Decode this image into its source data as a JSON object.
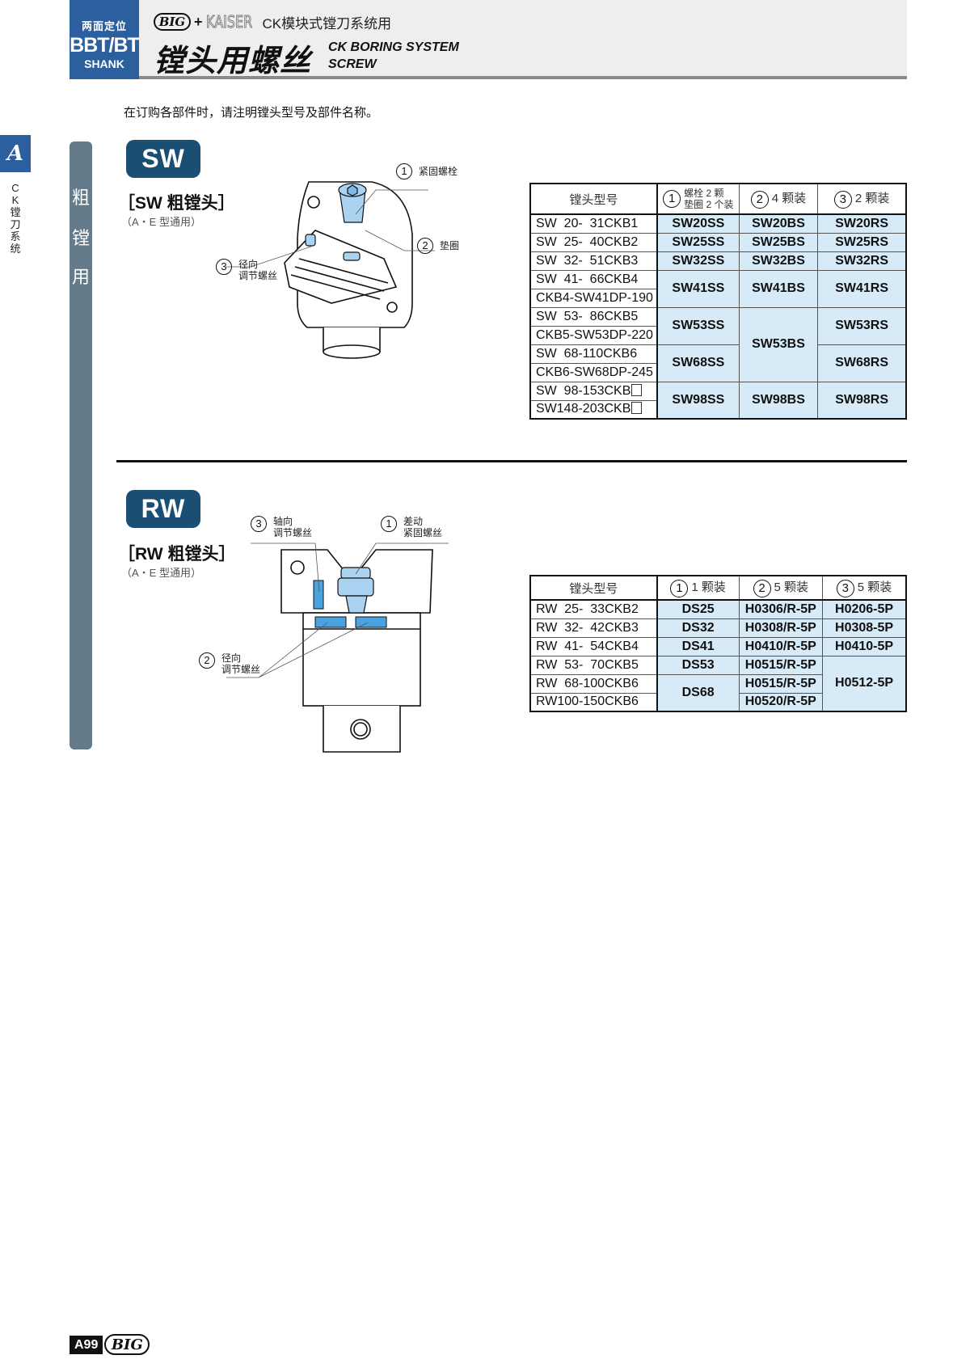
{
  "header": {
    "shank_cn": "两面定位",
    "shank_big": "BBT/BT",
    "shank_en": "SHANK",
    "brand_big": "BIG",
    "brand_plus": "+",
    "brand_kaiser": "KAISER",
    "brand_sub": "CK模块式镗刀系统用",
    "title_cn": "镗头用螺丝",
    "title_en_line1": "CK BORING SYSTEM",
    "title_en_line2": "SCREW"
  },
  "instruction": "在订购各部件时，请注明镗头型号及部件名称。",
  "side": {
    "tab_letter": "A",
    "label_chars": [
      "C",
      "K",
      "镗",
      "刀",
      "系",
      "统"
    ],
    "bar_chars": [
      "粗",
      "镗",
      "用"
    ]
  },
  "sw": {
    "badge": "SW",
    "title": "［SW 粗镗头］",
    "subtitle": "（A・E 型通用）",
    "callouts": [
      {
        "num": "1",
        "label": "紧固螺栓"
      },
      {
        "num": "2",
        "label": "垫圈"
      },
      {
        "num": "3",
        "label_line1": "径向",
        "label_line2": "调节螺丝"
      }
    ],
    "table": {
      "headers": {
        "model": "镗头型号",
        "col1_num": "1",
        "col1_line1": "螺栓 2 颗",
        "col1_line2": "垫圈 2 个装",
        "col2_num": "2",
        "col2_label": "4 颗装",
        "col3_num": "3",
        "col3_label": "2 颗装"
      },
      "models": [
        "SW  20-  31CKB1",
        "SW  25-  40CKB2",
        "SW  32-  51CKB3",
        "SW  41-  66CKB4",
        "CKB4-SW41DP-190",
        "SW  53-  86CKB5",
        "CKB5-SW53DP-220",
        "SW  68-110CKB6",
        "CKB6-SW68DP-245",
        "SW  98-153CKB",
        "SW148-203CKB"
      ],
      "col1": [
        "SW20SS",
        "SW25SS",
        "SW32SS",
        "SW41SS",
        "SW53SS",
        "SW68SS",
        "SW98SS"
      ],
      "col2": [
        "SW20BS",
        "SW25BS",
        "SW32BS",
        "SW41BS",
        "SW53BS",
        "SW98BS"
      ],
      "col3": [
        "SW20RS",
        "SW25RS",
        "SW32RS",
        "SW41RS",
        "SW53RS",
        "SW68RS",
        "SW98RS"
      ]
    }
  },
  "rw": {
    "badge": "RW",
    "title": "［RW 粗镗头］",
    "subtitle": "（A・E 型通用）",
    "callouts": [
      {
        "num": "3",
        "label_line1": "轴向",
        "label_line2": "调节螺丝"
      },
      {
        "num": "1",
        "label_line1": "差动",
        "label_line2": "紧固螺丝"
      },
      {
        "num": "2",
        "label_line1": "径向",
        "label_line2": "调节螺丝"
      }
    ],
    "table": {
      "headers": {
        "model": "镗头型号",
        "col1_num": "1",
        "col1_label": "1 颗装",
        "col2_num": "2",
        "col2_label": "5 颗装",
        "col3_num": "3",
        "col3_label": "5 颗装"
      },
      "models": [
        "RW  25-  33CKB2",
        "RW  32-  42CKB3",
        "RW  41-  54CKB4",
        "RW  53-  70CKB5",
        "RW  68-100CKB6",
        "RW100-150CKB6"
      ],
      "col1": [
        "DS25",
        "DS32",
        "DS41",
        "DS53",
        "DS68"
      ],
      "col2": [
        "H0306/R-5P",
        "H0308/R-5P",
        "H0410/R-5P",
        "H0515/R-5P",
        "H0515/R-5P",
        "H0520/R-5P"
      ],
      "col3": [
        "H0206-5P",
        "H0308-5P",
        "H0410-5P",
        "H0512-5P"
      ]
    }
  },
  "footer": {
    "page": "A99",
    "logo": "BIG"
  },
  "colors": {
    "brand_blue": "#2b5f9e",
    "badge_navy": "#1a4e73",
    "side_bar_gray": "#637b8a",
    "cell_blue": "#d6eaf8",
    "part_blue": "#5aaee0"
  }
}
